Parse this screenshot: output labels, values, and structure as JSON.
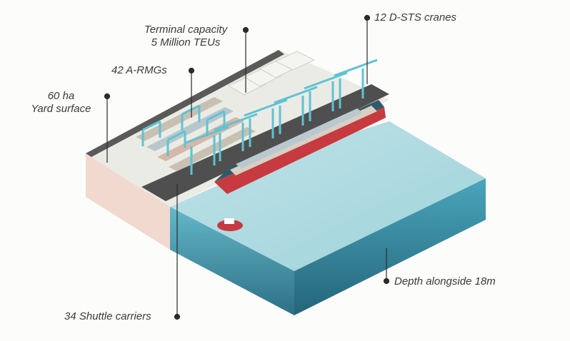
{
  "labels": {
    "capacity": {
      "line1": "Terminal capacity",
      "line2": "5 Million TEUs"
    },
    "cranes": "12 D-STS cranes",
    "rmg": "42 A-RMGs",
    "yard": {
      "line1": "60 ha",
      "line2": "Yard surface"
    },
    "depth": "Depth alongside 18m",
    "shuttle": "34 Shuttle carriers"
  },
  "colors": {
    "water_top": "#a9d8de",
    "water_side_left": "#4ea9bf",
    "water_side_right": "#3a8fa8",
    "land_side": "#f1d9cf",
    "yard_surface": "#e9e9e3",
    "crane": "#5ec3d3",
    "hull": "#c73a3f",
    "ship_deck": "#2f5a6b",
    "leader_line": "#2b2b2b"
  }
}
